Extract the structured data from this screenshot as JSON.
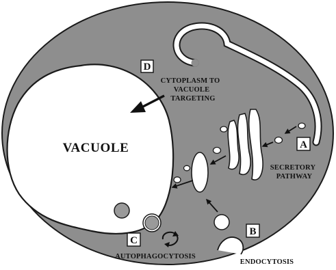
{
  "colors": {
    "cytoplasm": "#8e8e8e",
    "membrane": "#1a1a1a",
    "organelle_fill": "#ffffff",
    "vesicle_gray": "#9a9a9a",
    "background": "#ffffff"
  },
  "labels": {
    "vacuole": "VACUOLE",
    "cvt_line1": "CYTOPLASM TO",
    "cvt_line2": "VACUOLE",
    "cvt_line3": "TARGETING",
    "secretory_line1": "SECRETORY",
    "secretory_line2": "PATHWAY",
    "autophagocytosis": "AUTOPHAGOCYTOSIS",
    "endocytosis": "ENDOCYTOSIS"
  },
  "boxes": {
    "a": "A",
    "b": "B",
    "c": "C",
    "d": "D"
  },
  "icons": {
    "pathway_arrows": "arrow-icon",
    "autophagy_cycle": "circular-arrow-icon"
  }
}
